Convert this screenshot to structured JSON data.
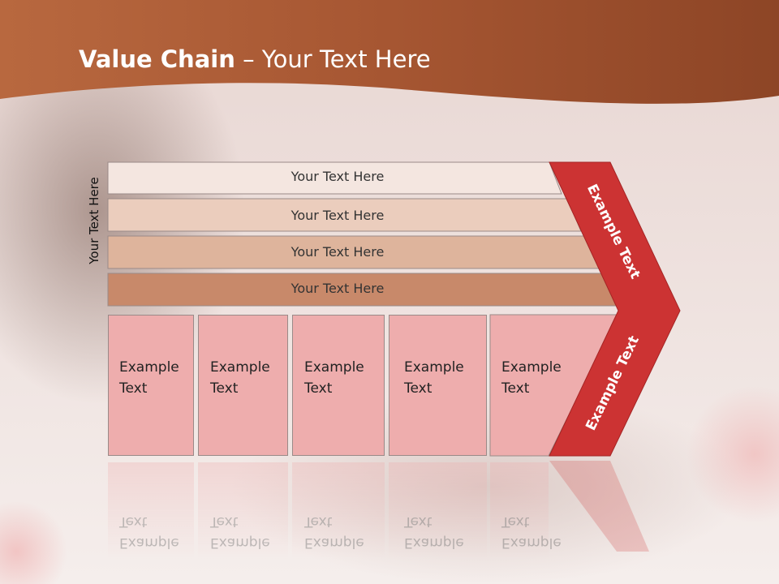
{
  "title": {
    "bold": "Value Chain",
    "rest": " – Your Text Here"
  },
  "side_label": "Your Text Here",
  "bars": [
    {
      "label": "Your Text Here"
    },
    {
      "label": "Your Text Here"
    },
    {
      "label": "Your Text Here"
    },
    {
      "label": "Your Text Here"
    }
  ],
  "cells": [
    {
      "label": "Example\nText"
    },
    {
      "label": "Example\nText"
    },
    {
      "label": "Example\nText"
    },
    {
      "label": "Example\nText"
    },
    {
      "label": "Example\nText"
    }
  ],
  "arrow": {
    "upper_label": "Example Text",
    "lower_label": "Example Text"
  },
  "colors": {
    "header": "#a0532f",
    "bar_1": "#f4e6e0",
    "bar_2": "#ebcdbd",
    "bar_3": "#deb49c",
    "bar_4": "#c8896a",
    "cells": "#eeadad",
    "arrow": "#cc3333"
  }
}
